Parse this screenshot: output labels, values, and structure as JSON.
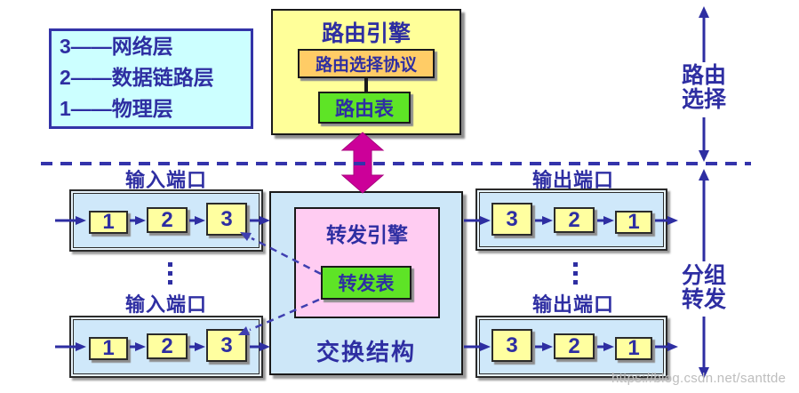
{
  "legend": {
    "items": [
      "3——网络层",
      "2——数据链路层",
      "1——物理层"
    ]
  },
  "routing_engine": {
    "title": "路由引擎",
    "protocol_label": "路由选择协议",
    "table_label": "路由表"
  },
  "switching_fabric": {
    "title": "交换结构",
    "engine_label": "转发引擎",
    "table_label": "转发表"
  },
  "ports": {
    "input_label": "输入端口",
    "output_label": "输出端口",
    "input_sequence": [
      "1",
      "2",
      "3"
    ],
    "output_sequence": [
      "3",
      "2",
      "1"
    ]
  },
  "side_labels": {
    "route_selection": [
      "路由",
      "选择"
    ],
    "packet_forwarding": [
      "分组",
      "转发"
    ]
  },
  "watermark": "https://blog.csdn.net/santtde",
  "colors": {
    "dark_blue_text": "#2e2ea2",
    "divider_blue": "#3333ab",
    "magenta_arrow": "#cc0099",
    "engine_yellow": "#ffff99",
    "layer_yellow": "#ffffa0",
    "protocol_orange": "#ffcc66",
    "table_green": "#5ee426",
    "port_light_blue": "#cfe8fa",
    "engine_pink": "#ffccf2",
    "legend_cyan": "#ccffff"
  }
}
